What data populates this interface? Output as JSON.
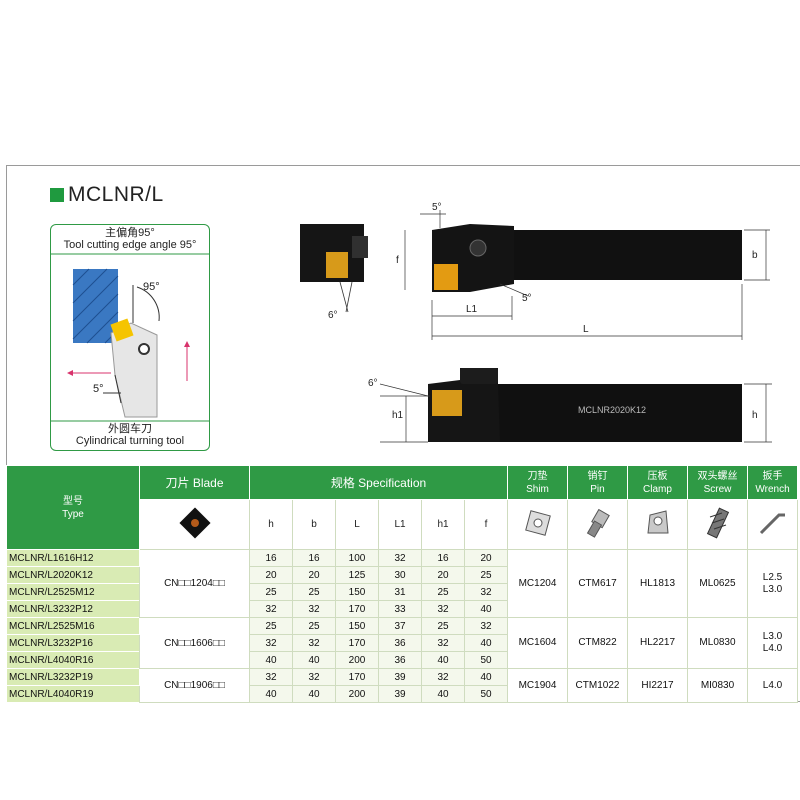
{
  "heading": {
    "title": "MCLNR/L"
  },
  "angle_box": {
    "cn_top": "主偏角95°",
    "en_top": "Tool cutting edge angle 95°",
    "angle_main": "95°",
    "angle_small": "5°",
    "cn_bottom": "外圆车刀",
    "en_bottom": "Cylindrical turning tool"
  },
  "drawing": {
    "angle_top": "5°",
    "angle_side": "5°",
    "angle_front": "6°",
    "angle_side2": "6°",
    "dim_f": "f",
    "dim_b": "b",
    "dim_L1": "L1",
    "dim_L": "L",
    "dim_h1": "h1",
    "dim_h": "h",
    "marking": "MCLNR2020K12"
  },
  "table": {
    "type_cn": "型号",
    "type_en": "Type",
    "blade_header": "刀片 Blade",
    "spec_header": "规格 Specification",
    "shim_cn": "刀垫",
    "shim_en": "Shim",
    "pin_cn": "销钉",
    "pin_en": "Pin",
    "clamp_cn": "压板",
    "clamp_en": "Clamp",
    "screw_cn": "双头螺丝",
    "screw_en": "Screw",
    "wrench_cn": "扳手",
    "wrench_en": "Wrench",
    "spec_cols": [
      "h",
      "b",
      "L",
      "L1",
      "h1",
      "f"
    ],
    "rows": [
      {
        "type": "MCLNR/L1616H12",
        "vals": [
          "16",
          "16",
          "100",
          "32",
          "16",
          "20"
        ]
      },
      {
        "type": "MCLNR/L2020K12",
        "vals": [
          "20",
          "20",
          "125",
          "30",
          "20",
          "25"
        ]
      },
      {
        "type": "MCLNR/L2525M12",
        "vals": [
          "25",
          "25",
          "150",
          "31",
          "25",
          "32"
        ]
      },
      {
        "type": "MCLNR/L3232P12",
        "vals": [
          "32",
          "32",
          "170",
          "33",
          "32",
          "40"
        ]
      },
      {
        "type": "MCLNR/L2525M16",
        "vals": [
          "25",
          "25",
          "150",
          "37",
          "25",
          "32"
        ]
      },
      {
        "type": "MCLNR/L3232P16",
        "vals": [
          "32",
          "32",
          "170",
          "36",
          "32",
          "40"
        ]
      },
      {
        "type": "MCLNR/L4040R16",
        "vals": [
          "40",
          "40",
          "200",
          "36",
          "40",
          "50"
        ]
      },
      {
        "type": "MCLNR/L3232P19",
        "vals": [
          "32",
          "32",
          "170",
          "39",
          "32",
          "40"
        ]
      },
      {
        "type": "MCLNR/L4040R19",
        "vals": [
          "40",
          "40",
          "200",
          "39",
          "40",
          "50"
        ]
      }
    ],
    "groups": [
      {
        "blade": "CN□□1204□□",
        "shim": "MC1204",
        "pin": "CTM617",
        "clamp": "HL1813",
        "screw": "ML0625",
        "wrench": "L2.5\nL3.0"
      },
      {
        "blade": "CN□□1606□□",
        "shim": "MC1604",
        "pin": "CTM822",
        "clamp": "HL2217",
        "screw": "ML0830",
        "wrench": "L3.0\nL4.0"
      },
      {
        "blade": "CN□□1906□□",
        "shim": "MC1904",
        "pin": "CTM1022",
        "clamp": "HI2217",
        "screw": "MI0830",
        "wrench": "L4.0"
      }
    ]
  }
}
